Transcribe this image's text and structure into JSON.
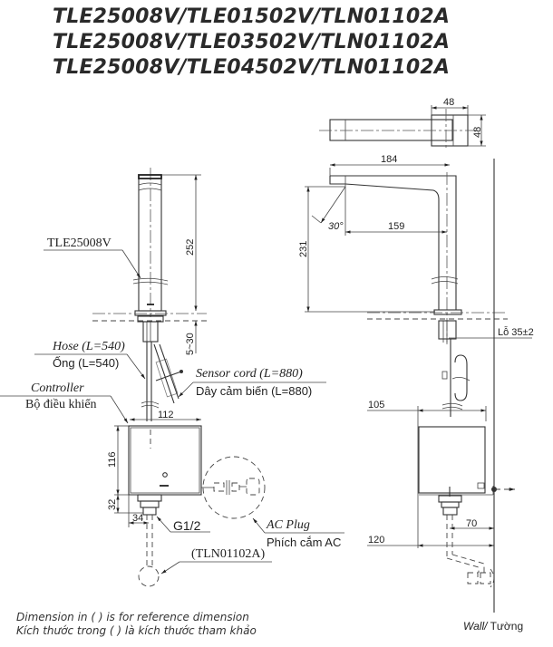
{
  "titles": [
    "TLE25008V/TLE01502V/TLN01102A",
    "TLE25008V/TLE03502V/TLN01102A",
    "TLE25008V/TLE04502V/TLN01102A"
  ],
  "dimensions": {
    "top_view_width": "48",
    "top_view_depth": "48",
    "spout_length": "184",
    "spout_reach": "159",
    "spout_angle": "30°",
    "side_height": "231",
    "front_height": "252",
    "deck_thickness": "5~30",
    "controller_width_front": "112",
    "controller_height": "116",
    "outlet_height": "32",
    "outlet_offset": "34",
    "controller_width_side": "105",
    "wall_to_outlet": "70",
    "wall_to_controller": "120"
  },
  "labels": {
    "faucet_model": "TLE25008V",
    "hose_en": "Hose (L=540)",
    "hose_vi": "Ống (L=540)",
    "sensor_en": "Sensor cord (L=880)",
    "sensor_vi": "Dây cảm biến (L=880)",
    "controller_en": "Controller",
    "controller_vi": "Bộ điều khiển",
    "thread": "G1/2",
    "plug_en": "AC Plug",
    "plug_vi": "Phích cắm AC",
    "valve_model": "(TLN01102A)",
    "hole": "Lỗ 35±2",
    "wall": "Wall/ Tường",
    "wall_en": "Wall/",
    "wall_vi": "Tường"
  },
  "notes": {
    "en": "Dimension in ( ) is for reference dimension",
    "vi": "Kích thước trong ( ) là kích thước tham khảo"
  }
}
